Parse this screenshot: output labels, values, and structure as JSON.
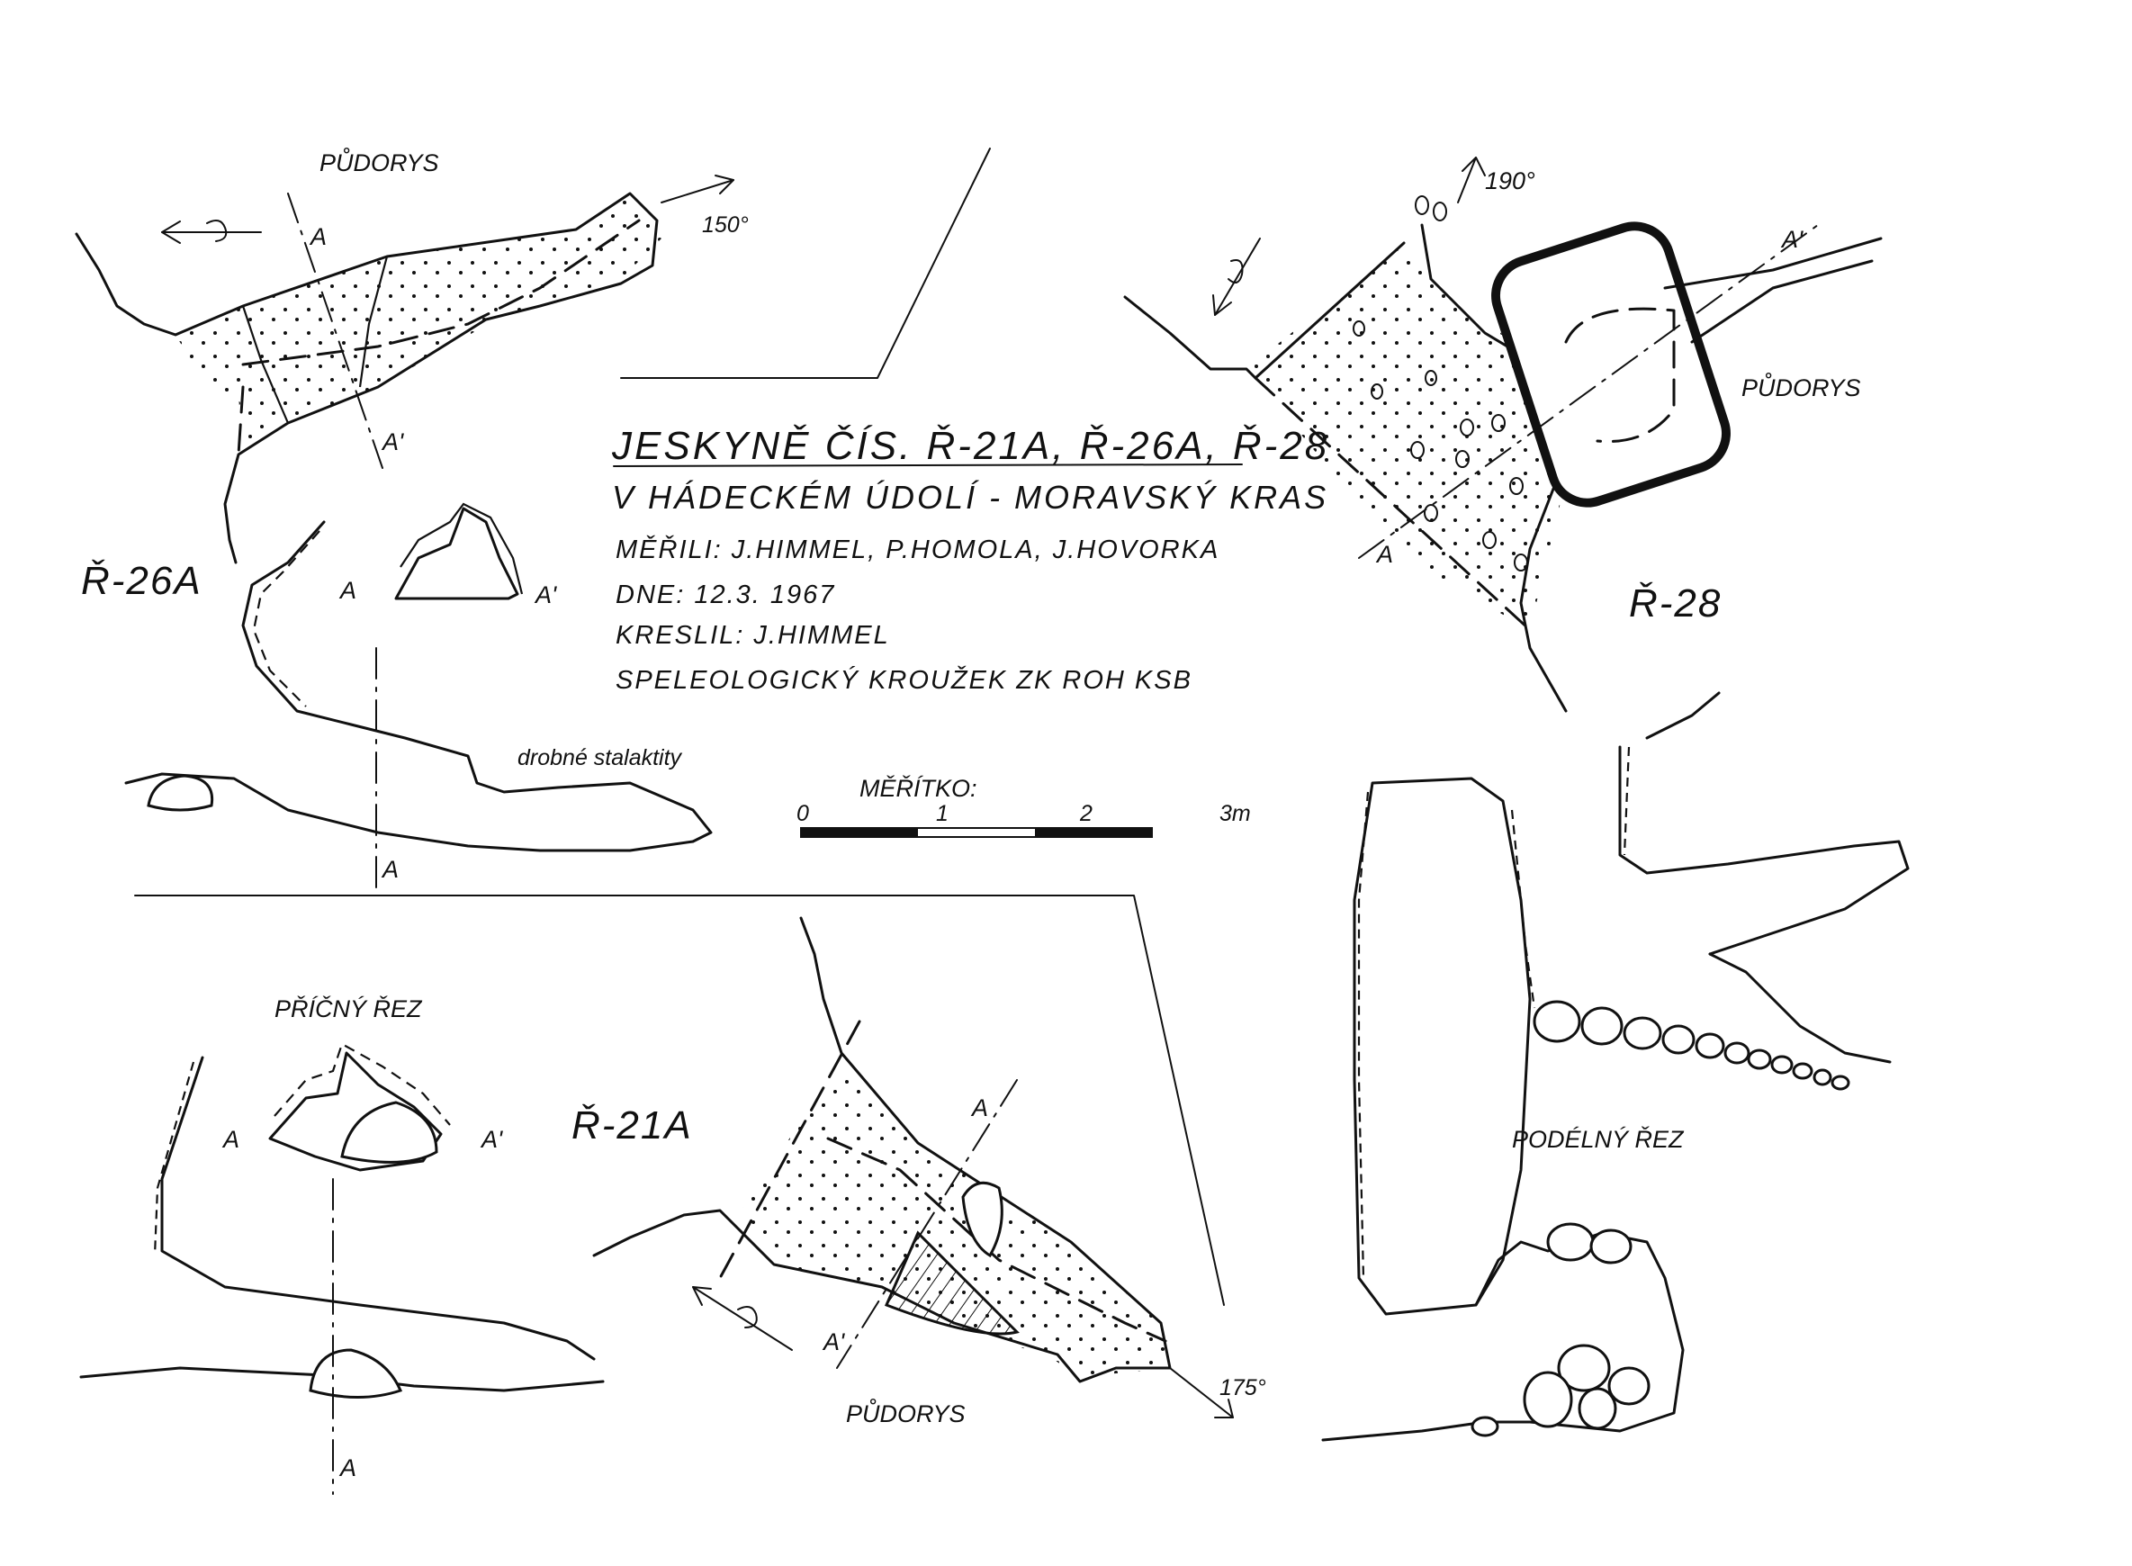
{
  "title": {
    "line1": "JESKYNĚ ČÍS. Ř-21A, Ř-26A, Ř-28",
    "line2": "V HÁDECKÉM ÚDOLÍ - MORAVSKÝ KRAS"
  },
  "info": {
    "measured": "MĚŘILI: J.HIMMEL, P.HOMOLA, J.HOVORKA",
    "date": "DNE: 12.3. 1967",
    "drawn": "KRESLIL: J.HIMMEL",
    "club": "SPELEOLOGICKÝ KROUŽEK ZK ROH KSB"
  },
  "scale": {
    "label": "MĚŘÍTKO:",
    "ticks": [
      "0",
      "1",
      "2",
      "3m"
    ]
  },
  "caves": {
    "r26a": {
      "name": "Ř-26A",
      "plan_label": "PŮDORYS",
      "bearing": "150°",
      "note": "drobné stalaktity"
    },
    "r28": {
      "name": "Ř-28",
      "plan_label": "PŮDORYS",
      "bearing": "190°",
      "long_section": "PODÉLNÝ ŘEZ"
    },
    "r21a": {
      "name": "Ř-21A",
      "plan_label": "PŮDORYS",
      "bearing": "175°",
      "cross_section": "PŘÍČNÝ ŘEZ"
    }
  },
  "section_marks": {
    "a": "A",
    "a_prime": "A'"
  }
}
